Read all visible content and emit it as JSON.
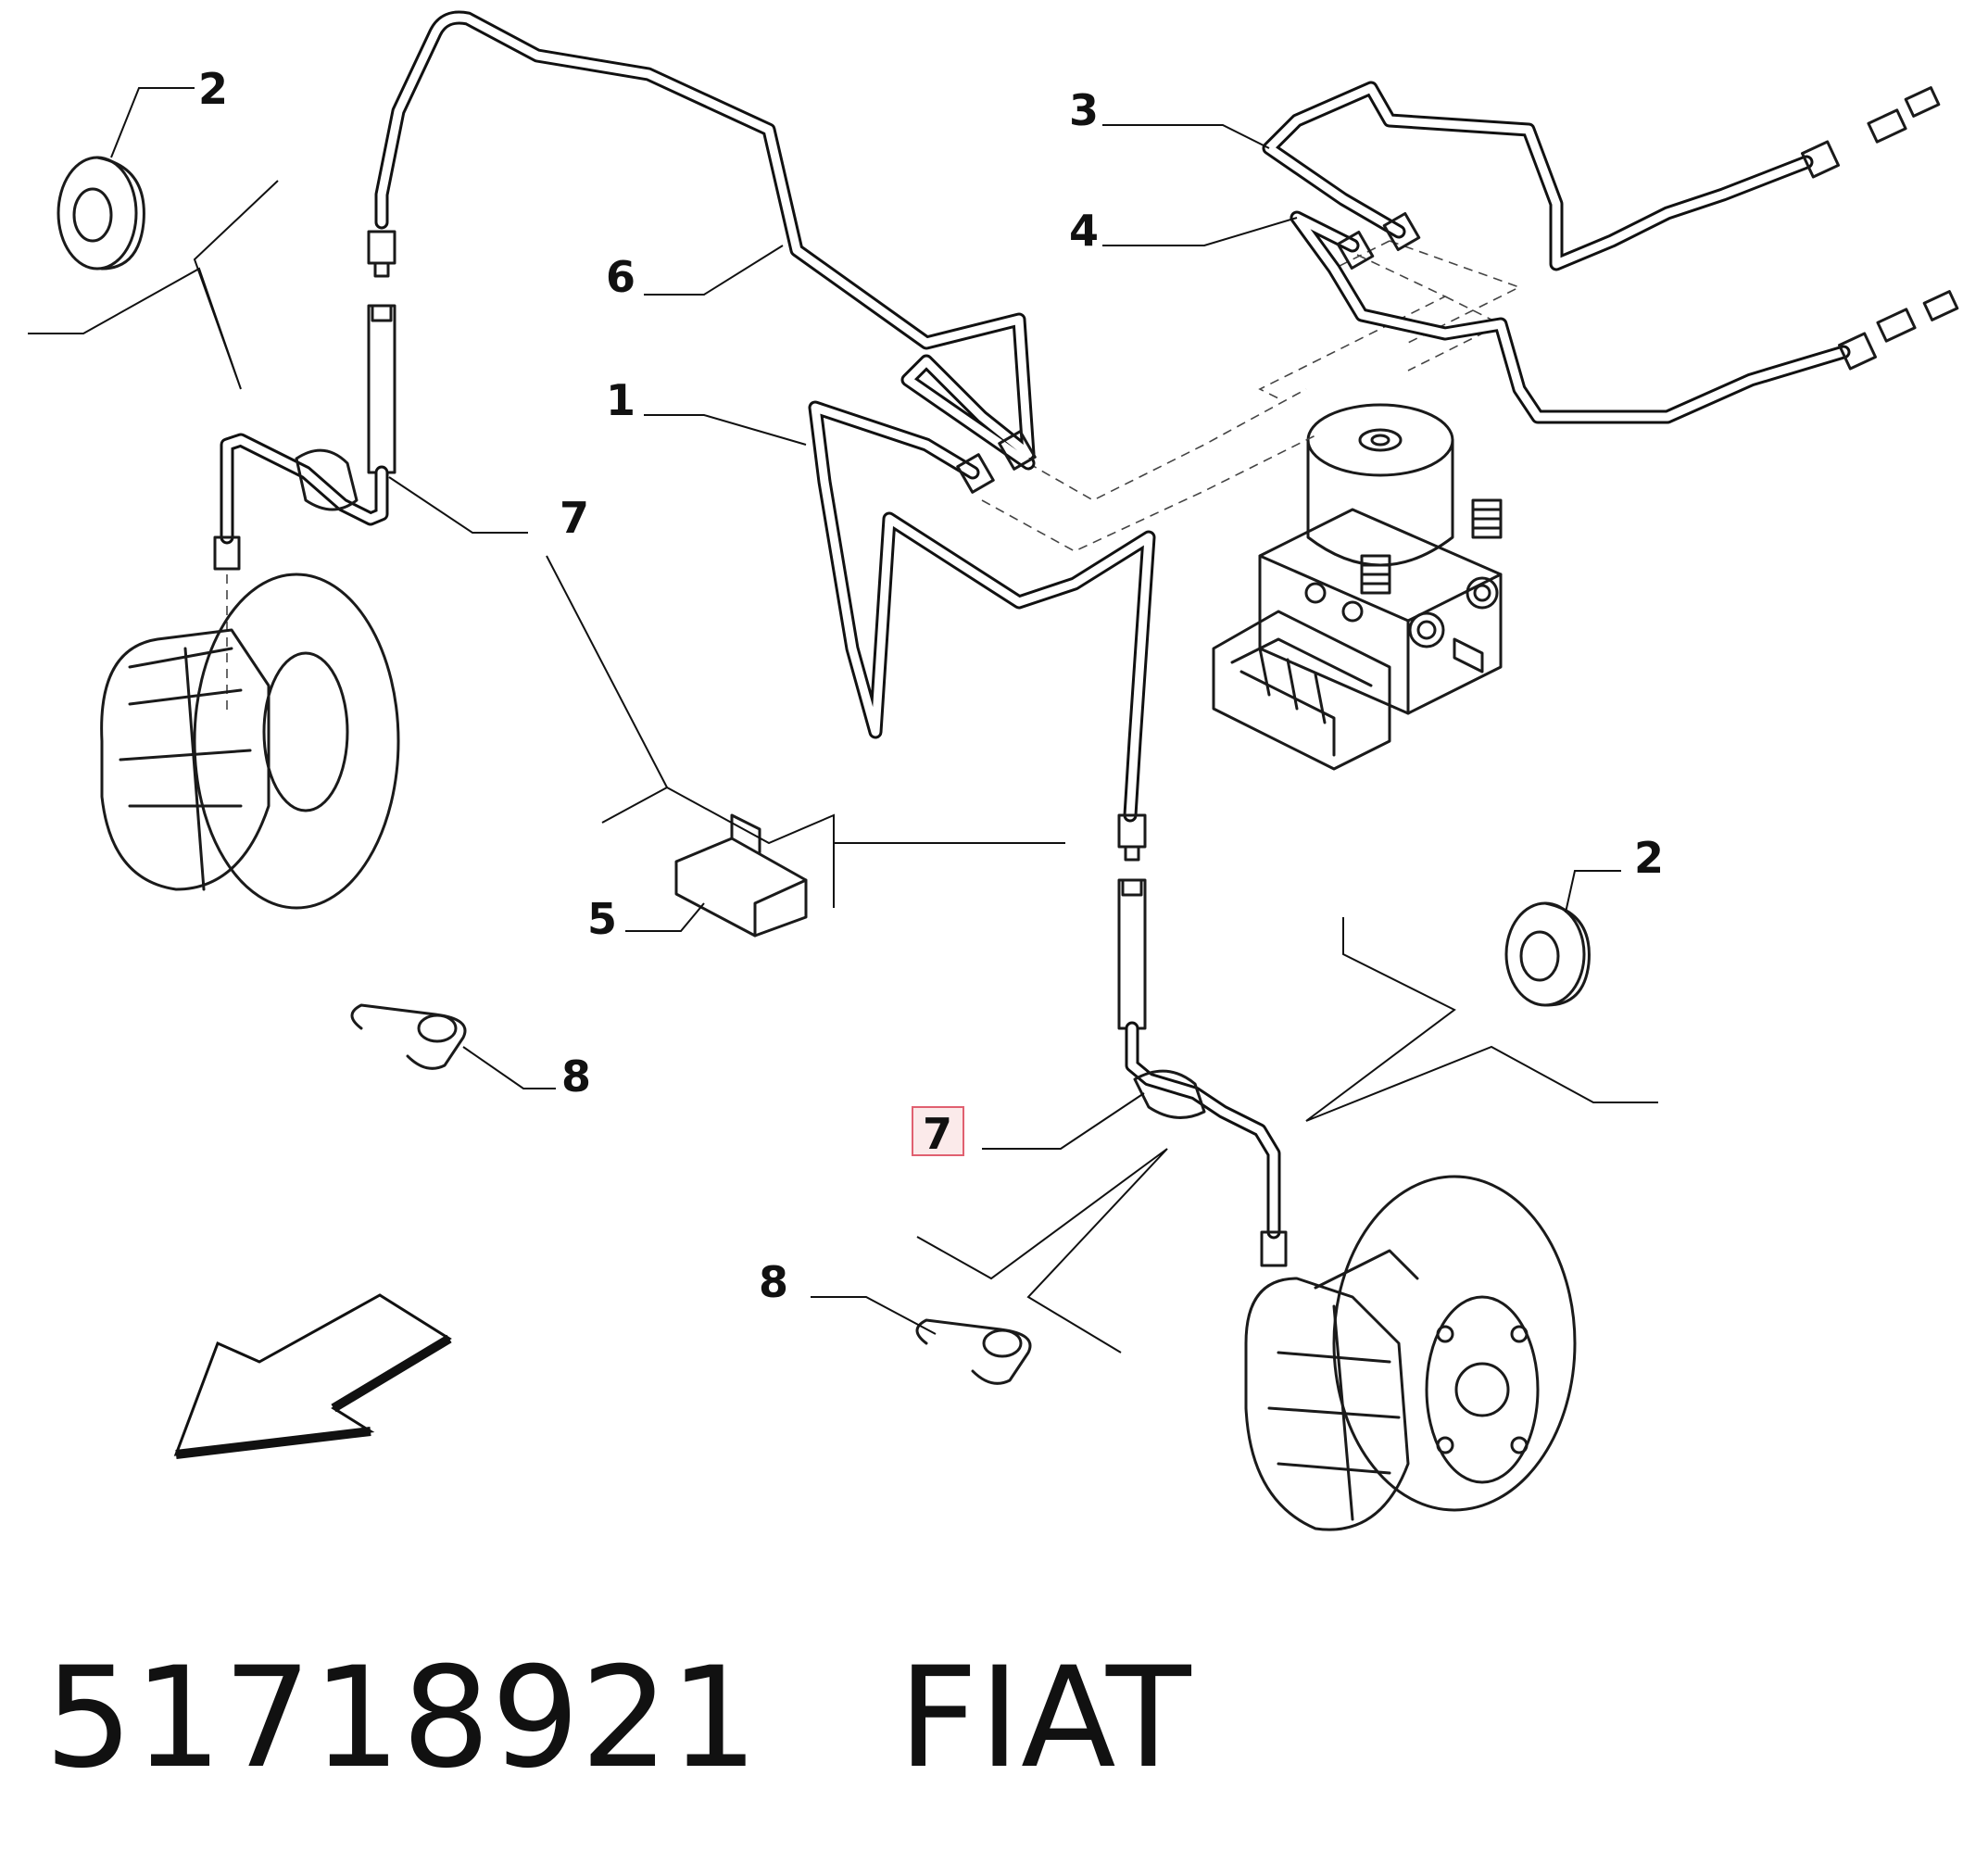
{
  "diagram": {
    "callouts": [
      {
        "id": "c2a",
        "text": "2"
      },
      {
        "id": "c3",
        "text": "3"
      },
      {
        "id": "c4",
        "text": "4"
      },
      {
        "id": "c6",
        "text": "6"
      },
      {
        "id": "c1",
        "text": "1"
      },
      {
        "id": "c7a",
        "text": "7"
      },
      {
        "id": "c2b",
        "text": "2"
      },
      {
        "id": "c5",
        "text": "5"
      },
      {
        "id": "c8a",
        "text": "8"
      },
      {
        "id": "c7b",
        "text": "7",
        "highlighted": true
      },
      {
        "id": "c8b",
        "text": "8"
      }
    ],
    "highlight_color": "#e06070",
    "highlight_fill": "#fbeaea"
  },
  "footer": {
    "part_number": "51718921",
    "brand": "FIAT"
  }
}
